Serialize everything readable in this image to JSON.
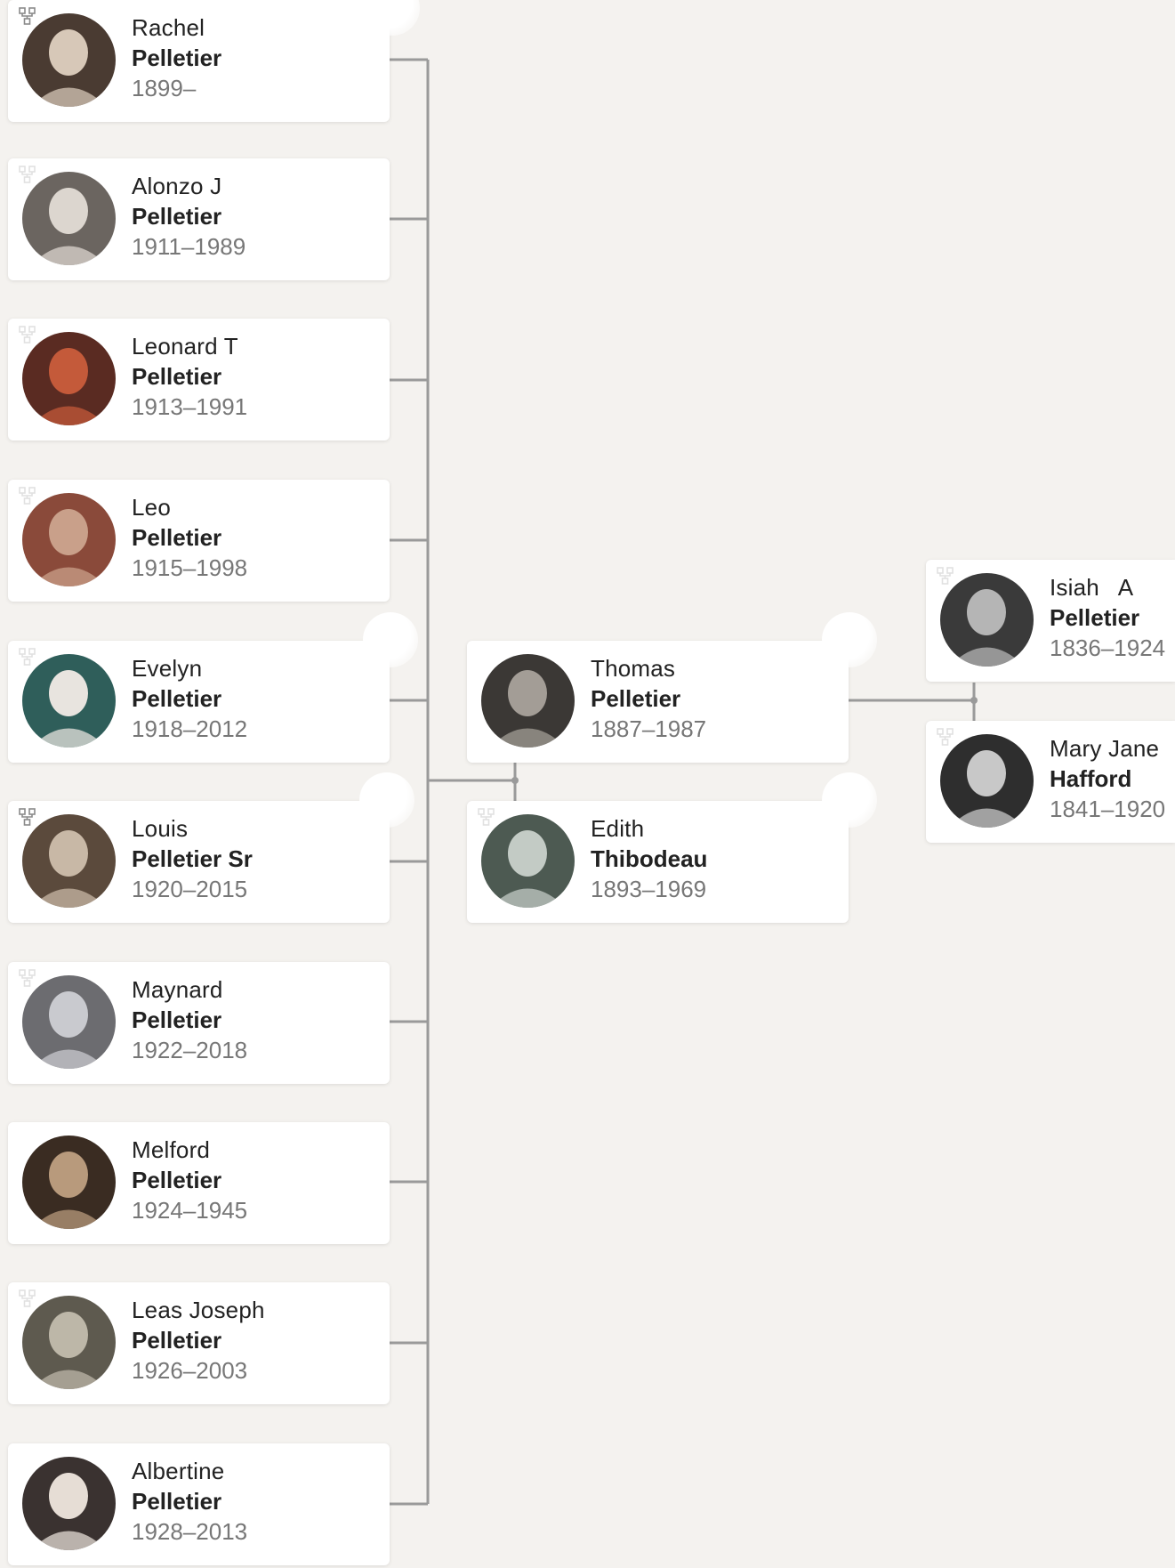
{
  "colors": {
    "background": "#f4f2ef",
    "card": "#ffffff",
    "connector": "#9a9a9a",
    "name_text": "#222222",
    "years_text": "#777777"
  },
  "tree": {
    "children": [
      {
        "given": "Rachel",
        "surname": "Pelletier",
        "years": "1899–",
        "icon": "family-tree-icon"
      },
      {
        "given": "Alonzo J",
        "surname": "Pelletier",
        "years": "1911–1989",
        "icon": "family-tree-icon"
      },
      {
        "given": "Leonard T",
        "surname": "Pelletier",
        "years": "1913–1991",
        "icon": "family-tree-icon"
      },
      {
        "given": "Leo",
        "surname": "Pelletier",
        "years": "1915–1998",
        "icon": "family-tree-icon"
      },
      {
        "given": "Evelyn",
        "surname": "Pelletier",
        "years": "1918–2012",
        "icon": "family-tree-icon"
      },
      {
        "given": "Louis",
        "surname": "Pelletier Sr",
        "years": "1920–2015",
        "icon": "family-tree-icon"
      },
      {
        "given": "Maynard",
        "surname": "Pelletier",
        "years": "1922–2018",
        "icon": "family-tree-icon"
      },
      {
        "given": "Melford",
        "surname": "Pelletier",
        "years": "1924–1945",
        "icon": "family-tree-icon"
      },
      {
        "given": "Leas Joseph",
        "surname": "Pelletier",
        "years": "1926–2003",
        "icon": "family-tree-icon"
      },
      {
        "given": "Albertine",
        "surname": "Pelletier",
        "years": "1928–2013",
        "icon": "family-tree-icon"
      }
    ],
    "parents": [
      {
        "given": "Thomas",
        "surname": "Pelletier",
        "years": "1887–1987",
        "icon": "family-tree-icon"
      },
      {
        "given": "Edith",
        "surname": "Thibodeau",
        "years": "1893–1969",
        "icon": "family-tree-icon"
      }
    ],
    "grandparents": [
      {
        "given": "Isiah   A",
        "surname": "Pelletier",
        "years": "1836–1924",
        "icon": "family-tree-icon"
      },
      {
        "given": "Mary Jane",
        "surname": "Hafford",
        "years": "1841–1920",
        "icon": "family-tree-icon"
      }
    ]
  }
}
